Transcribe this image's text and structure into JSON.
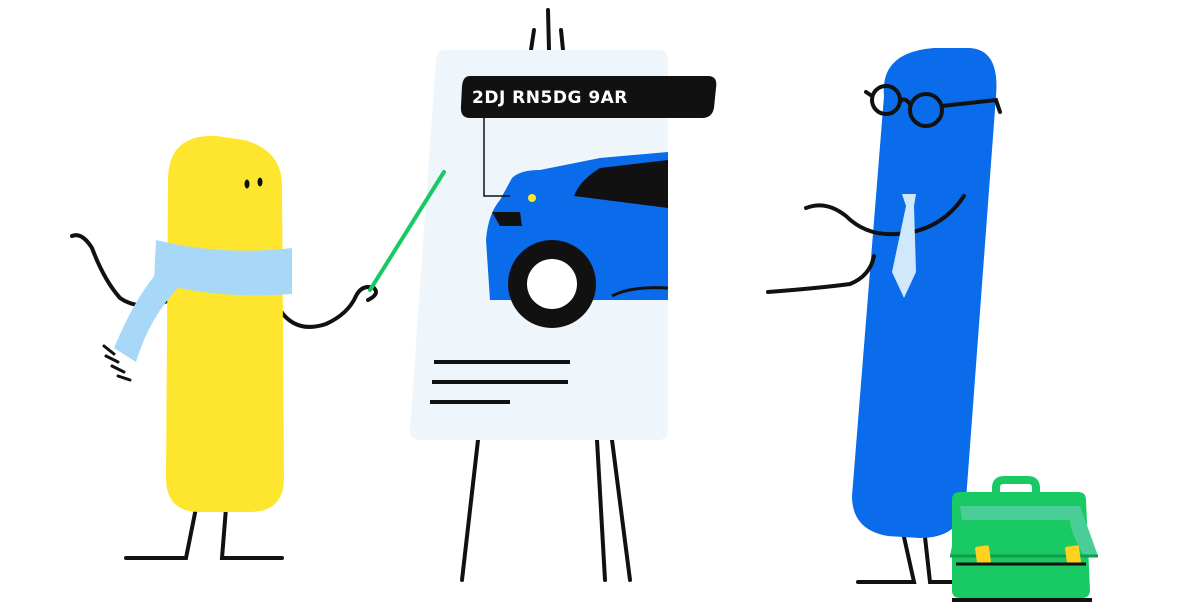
{
  "easel": {
    "plate_label": "2DJ RN5DG 9AR"
  },
  "colors": {
    "yellow_character": "#FFE62E",
    "blue_character": "#0A6CEB",
    "scarf": "#A8D8F8",
    "board": "#EEF5FB",
    "car": "#0A6CEB",
    "pointer": "#18C964",
    "briefcase": "#18C964",
    "briefcase_buckle": "#FFD21F",
    "tie": "#CFE8FB",
    "outline": "#111111",
    "plate_bg": "#111111",
    "plate_text": "#FFFFFF"
  },
  "characters": [
    {
      "name": "yellow-presenter",
      "accessories": [
        "scarf-icon",
        "pointer-stick-icon"
      ]
    },
    {
      "name": "blue-listener",
      "accessories": [
        "glasses-icon",
        "tie-icon",
        "briefcase-icon"
      ]
    }
  ]
}
